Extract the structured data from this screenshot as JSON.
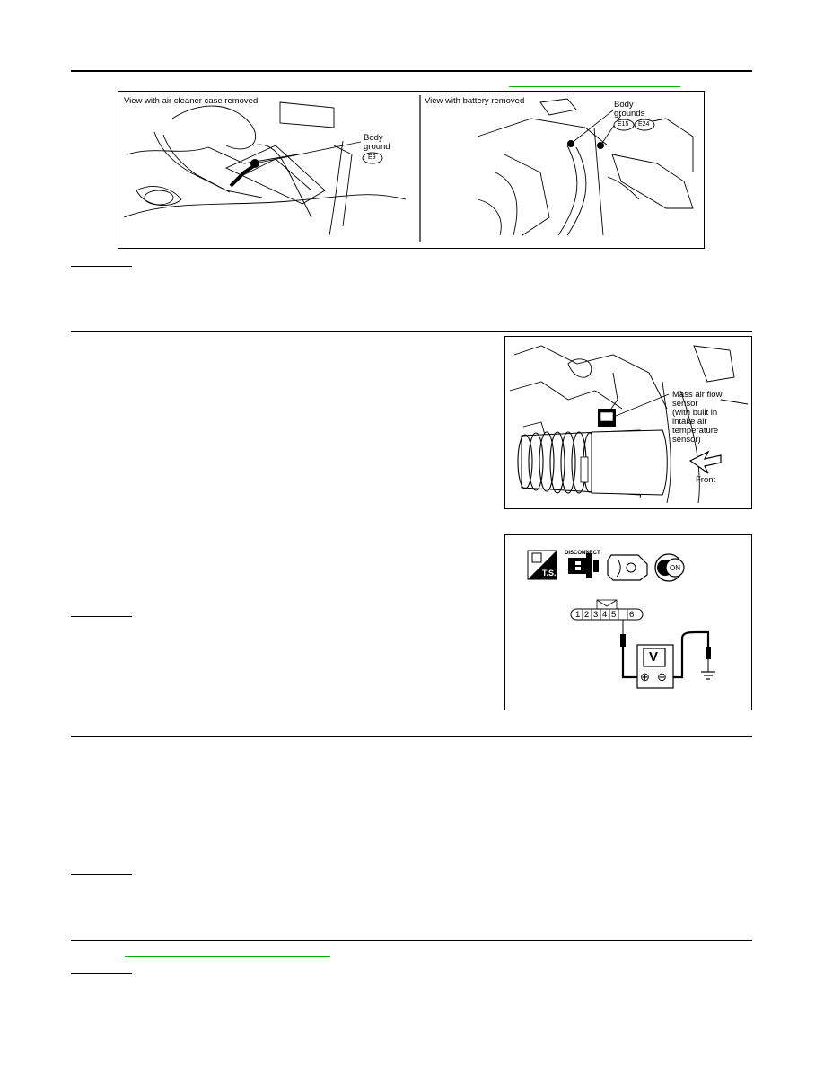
{
  "figure_ground": {
    "left_view_title": "View with air cleaner case removed",
    "right_view_title": "View with battery removed",
    "body_ground_label": "Body\nground",
    "body_ground_connector": "E9",
    "body_grounds_label": "Body\ngrounds",
    "body_grounds_connectors": [
      "E15",
      "E24"
    ]
  },
  "figure_maf": {
    "sensor_label": "Mass air flow\nsensor\n(with built in\nintake air\ntemperature\nsensor)",
    "direction_label": "Front"
  },
  "figure_voltage": {
    "disconnect_label": "DISCONNECT",
    "ts_label": "T.S.",
    "on_label": "ON",
    "terminal_numbers": [
      "1",
      "2",
      "3",
      "4",
      "5",
      "6"
    ],
    "meter_label": "V",
    "plus_symbol": "⊕",
    "minus_symbol": "⊖"
  },
  "colors": {
    "rule": "#000000",
    "link_underline": "#00b000"
  }
}
